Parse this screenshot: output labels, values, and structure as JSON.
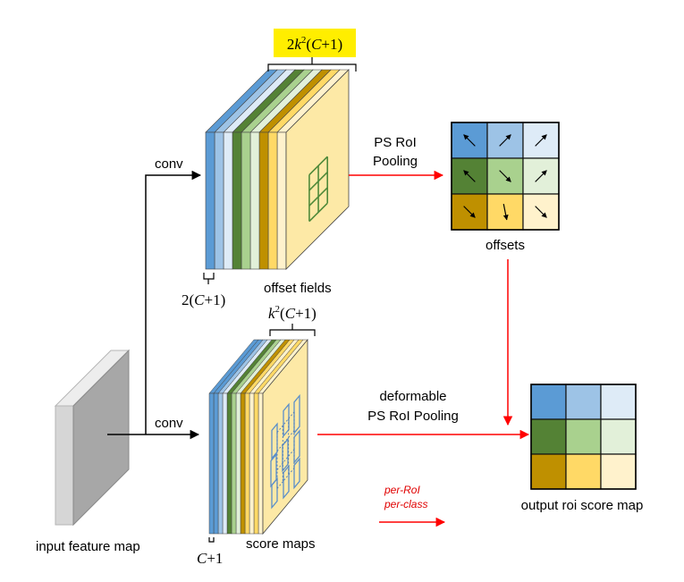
{
  "labels": {
    "top_formula": {
      "coef": "2",
      "k": "k",
      "sup": "2",
      "open": "(",
      "C": "C",
      "rest": "+1)"
    },
    "conv_top": "conv",
    "conv_bottom": "conv",
    "ps_roi_line1": "PS RoI",
    "ps_roi_line2": "Pooling",
    "offsets": "offsets",
    "offset_fields": "offset fields",
    "formula_2c1": {
      "pre": "2(",
      "C": "C",
      "post": "+1)"
    },
    "formula_k2c1": {
      "k": "k",
      "sup": "2",
      "open": "(",
      "C": "C",
      "post": "+1)"
    },
    "deformable_line1": "deformable",
    "deformable_line2": "PS RoI Pooling",
    "per_roi": "per-RoI",
    "per_class": "per-class",
    "output": "output roi score map",
    "input": "input feature map",
    "score_maps": "score maps",
    "formula_c1": {
      "C": "C",
      "post": "+1"
    }
  },
  "colors": {
    "highlight": "#ffee00",
    "flow_arrow": "#ff0000",
    "grid_line": "#4f8a3a",
    "score_box": "#5b8fc9",
    "face": "#fde9a6",
    "cell_palette": [
      "#5b9bd5",
      "#9dc3e6",
      "#deebf7",
      "#548235",
      "#a9d18e",
      "#e2f0d9",
      "#bf9000",
      "#ffd966",
      "#fff2cc"
    ]
  },
  "offsets_grid": {
    "arrow_icons": [
      "arrow-up-left",
      "arrow-up-right",
      "arrow-up-right",
      "arrow-up-left",
      "arrow-down-right",
      "arrow-up-right",
      "arrow-down-right",
      "arrow-down",
      "arrow-down-right"
    ]
  }
}
